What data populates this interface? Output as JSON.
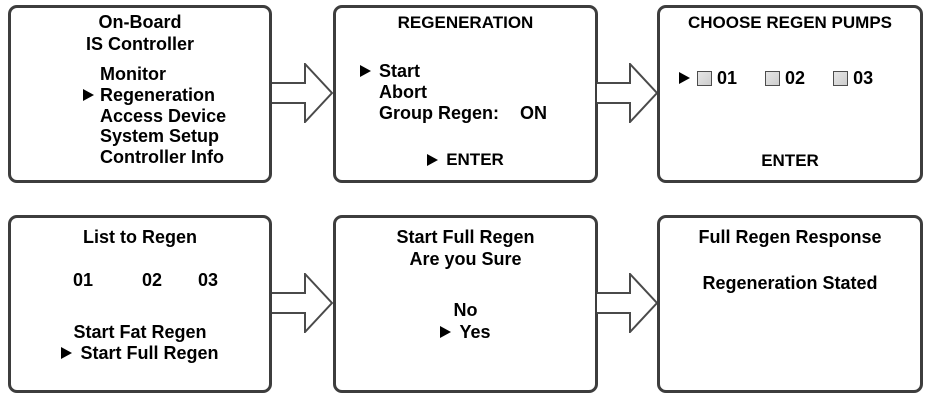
{
  "figure": {
    "type": "screen-flow-diagram",
    "colors": {
      "background": "#ffffff",
      "box_border": "#3d3d3d",
      "text": "#000000",
      "checkbox_fill": "#d9d9d9",
      "checkbox_border": "#4d4d4d",
      "arrow_outline": "#4a4a4a"
    },
    "icons": {
      "selection_pointer": "right-pointing-black-triangle",
      "flow_arrow": "block-arrow-right-outline",
      "pump_checkbox": "gray-square-checkbox-unchecked"
    },
    "screens": [
      {
        "name": "main-menu",
        "title_lines": [
          "On-Board",
          "IS Controller"
        ],
        "menu_items": [
          "Monitor",
          "Regeneration",
          "Access Device",
          "System Setup",
          "Controller Info"
        ],
        "selected_item": "Regeneration"
      },
      {
        "name": "regeneration",
        "title_lines": [
          "REGENERATION"
        ],
        "menu_items": [
          "Start",
          "Abort"
        ],
        "selected_item": "Start",
        "field_label": "Group Regen:",
        "field_value": "ON",
        "footer_action": "ENTER"
      },
      {
        "name": "choose-regen-pumps",
        "title_lines": [
          "CHOOSE REGEN PUMPS"
        ],
        "pump_checkboxes": [
          "01",
          "02",
          "03"
        ],
        "pointed_pump": "01",
        "footer_action": "ENTER"
      },
      {
        "name": "list-to-regen",
        "title_lines": [
          "List to Regen"
        ],
        "pump_list": [
          "01",
          "02",
          "03"
        ],
        "menu_items": [
          "Start Fat Regen",
          "Start Full Regen"
        ],
        "selected_item": "Start Full Regen"
      },
      {
        "name": "confirm-full-regen",
        "title_lines": [
          "Start Full Regen",
          "Are you Sure"
        ],
        "menu_items": [
          "No",
          "Yes"
        ],
        "selected_item": "Yes"
      },
      {
        "name": "full-regen-response",
        "title_lines": [
          "Full Regen Response"
        ],
        "message": "Regeneration Stated"
      }
    ]
  }
}
